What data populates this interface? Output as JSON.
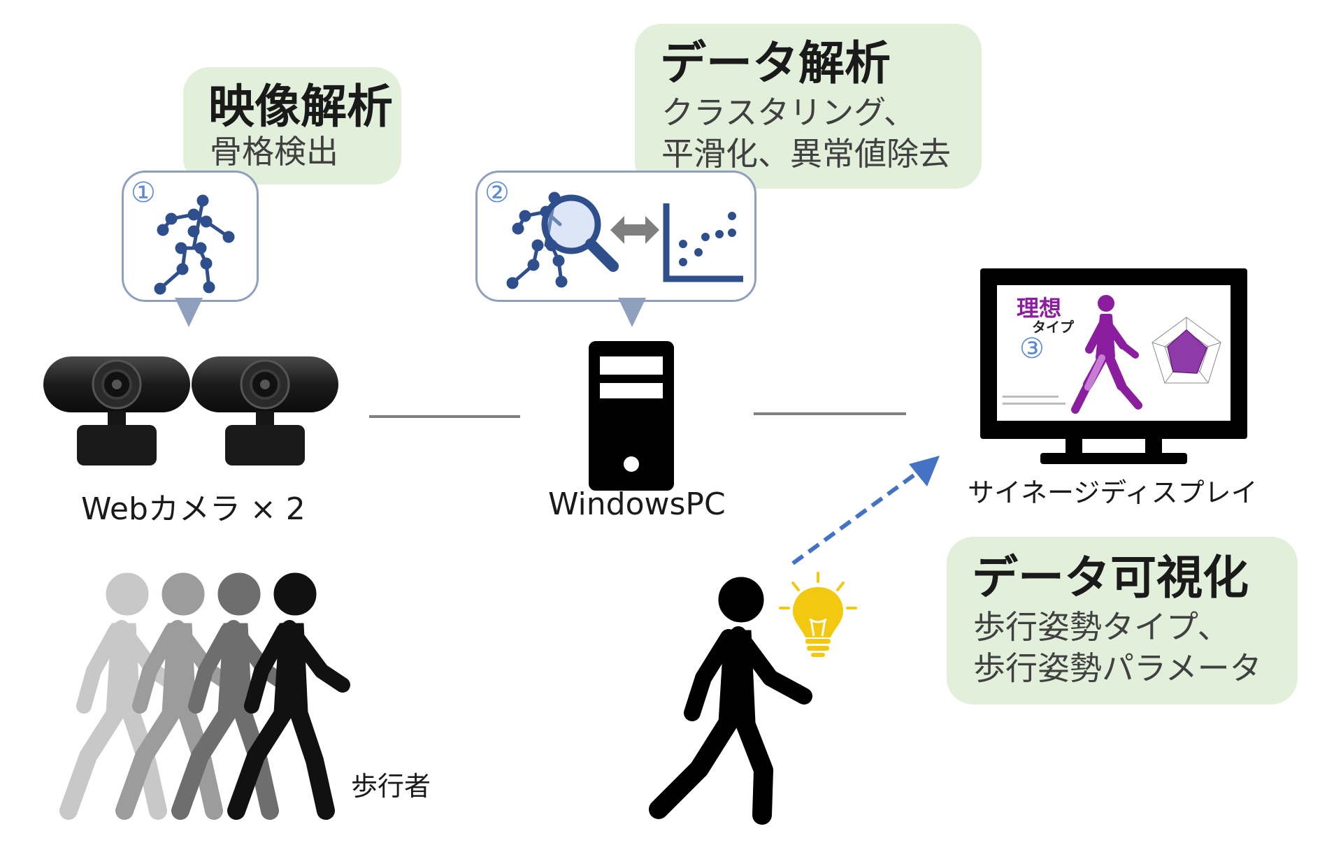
{
  "callouts": {
    "video": {
      "title": "映像解析",
      "body": "骨格検出"
    },
    "data_analysis": {
      "title": "データ解析",
      "body": "クラスタリング、\n平滑化、異常値除去"
    },
    "visualization": {
      "title": "データ可視化",
      "body": "歩行姿勢タイプ、\n歩行姿勢パラメータ"
    }
  },
  "steps": {
    "one": "①",
    "two": "②",
    "three": "③"
  },
  "devices": {
    "camera": "Webカメラ × 2",
    "pc": "WindowsPC",
    "display": "サイネージディスプレイ"
  },
  "walker_label": "歩行者",
  "screen": {
    "title": "理想",
    "subtitle": "タイプ",
    "step": "③",
    "accent": "#8b1e9e",
    "radar_fill": "#8e3aa8"
  },
  "colors": {
    "callout_bg": "#e2efda",
    "skeleton": "#2e4e8c",
    "arrow": "#4472c4",
    "bulb": "#f2c811",
    "bubble_border": "#8ea0bd"
  },
  "icons": [
    "skeleton-icon",
    "magnifier-icon",
    "double-arrow-icon",
    "scatter-chart-icon",
    "camera-icon",
    "pc-tower-icon",
    "monitor-icon",
    "walker-icon",
    "lightbulb-icon"
  ]
}
